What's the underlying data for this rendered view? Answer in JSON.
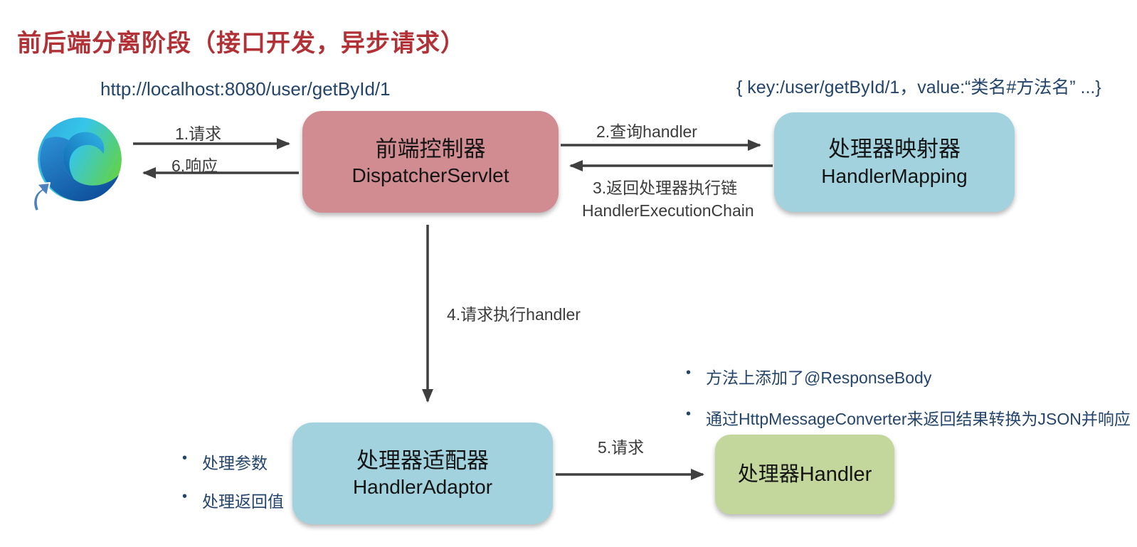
{
  "title": "前后端分离阶段（接口开发，异步请求）",
  "annotations": {
    "request_url": "http://localhost:8080/user/getById/1",
    "mapping_kv": "{ key:/user/getById/1，value:“类名#方法名” ...}"
  },
  "nodes": {
    "browser": {
      "icon": "edge-browser-icon"
    },
    "dispatcher": {
      "label_zh": "前端控制器",
      "label_en": "DispatcherServlet",
      "color": "#d18c92"
    },
    "mapping": {
      "label_zh": "处理器映射器",
      "label_en": "HandlerMapping",
      "color": "#a2d2de"
    },
    "adaptor": {
      "label_zh": "处理器适配器",
      "label_en": "HandlerAdaptor",
      "color": "#a2d2de"
    },
    "handler": {
      "label_zh": "处理器Handler",
      "color": "#c3d69b"
    }
  },
  "edges": {
    "e1": "1.请求",
    "e2": "2.查询handler",
    "e3_zh": "3.返回处理器执行链",
    "e3_en": "HandlerExecutionChain",
    "e4": "4.请求执行handler",
    "e5": "5.请求",
    "e6": "6.响应"
  },
  "notes": {
    "adaptor": [
      "处理参数",
      "处理返回值"
    ],
    "handler": [
      "方法上添加了@ResponseBody",
      "通过HttpMessageConverter来返回结果转换为JSON并响应"
    ]
  },
  "colors": {
    "title": "#b23136",
    "body_text": "#24456b",
    "arrow": "#3f3f3f",
    "dispatcher_bg": "#d18c92",
    "mapping_bg": "#a2d2de",
    "handler_bg": "#c3d69b"
  }
}
